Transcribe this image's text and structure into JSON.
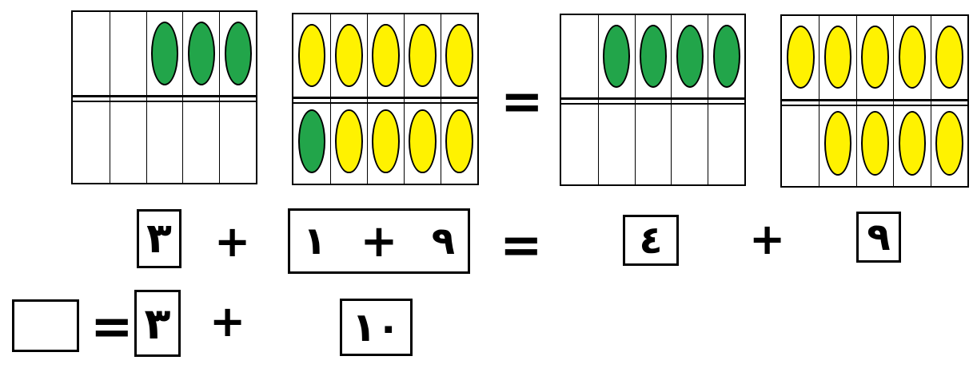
{
  "ten_frames": [
    {
      "name": "frame-1",
      "top_row": [
        "empty",
        "empty",
        "green",
        "green",
        "green"
      ],
      "bottom_row": [
        "empty",
        "empty",
        "empty",
        "empty",
        "empty"
      ]
    },
    {
      "name": "frame-2",
      "top_row": [
        "yellow",
        "yellow",
        "yellow",
        "yellow",
        "yellow"
      ],
      "bottom_row": [
        "green",
        "yellow",
        "yellow",
        "yellow",
        "yellow"
      ]
    },
    {
      "name": "frame-3",
      "top_row": [
        "empty",
        "green",
        "green",
        "green",
        "green"
      ],
      "bottom_row": [
        "empty",
        "empty",
        "empty",
        "empty",
        "empty"
      ]
    },
    {
      "name": "frame-4",
      "top_row": [
        "yellow",
        "yellow",
        "yellow",
        "yellow",
        "yellow"
      ],
      "bottom_row": [
        "empty",
        "yellow",
        "yellow",
        "yellow",
        "yellow"
      ]
    }
  ],
  "colors": {
    "green": "#22a54a",
    "yellow": "#fff200"
  },
  "row1": {
    "equals": "=",
    "box_three": "٣",
    "plus_1": "+",
    "box_one": "١",
    "plus_inner": "+",
    "box_nine_inner": "٩",
    "equals_2": "=",
    "box_four": "٤",
    "plus_2": "+",
    "box_nine": "٩"
  },
  "row2": {
    "answer": "",
    "equals": "=",
    "box_three": "٣",
    "plus": "+",
    "box_ten": "١٠"
  }
}
